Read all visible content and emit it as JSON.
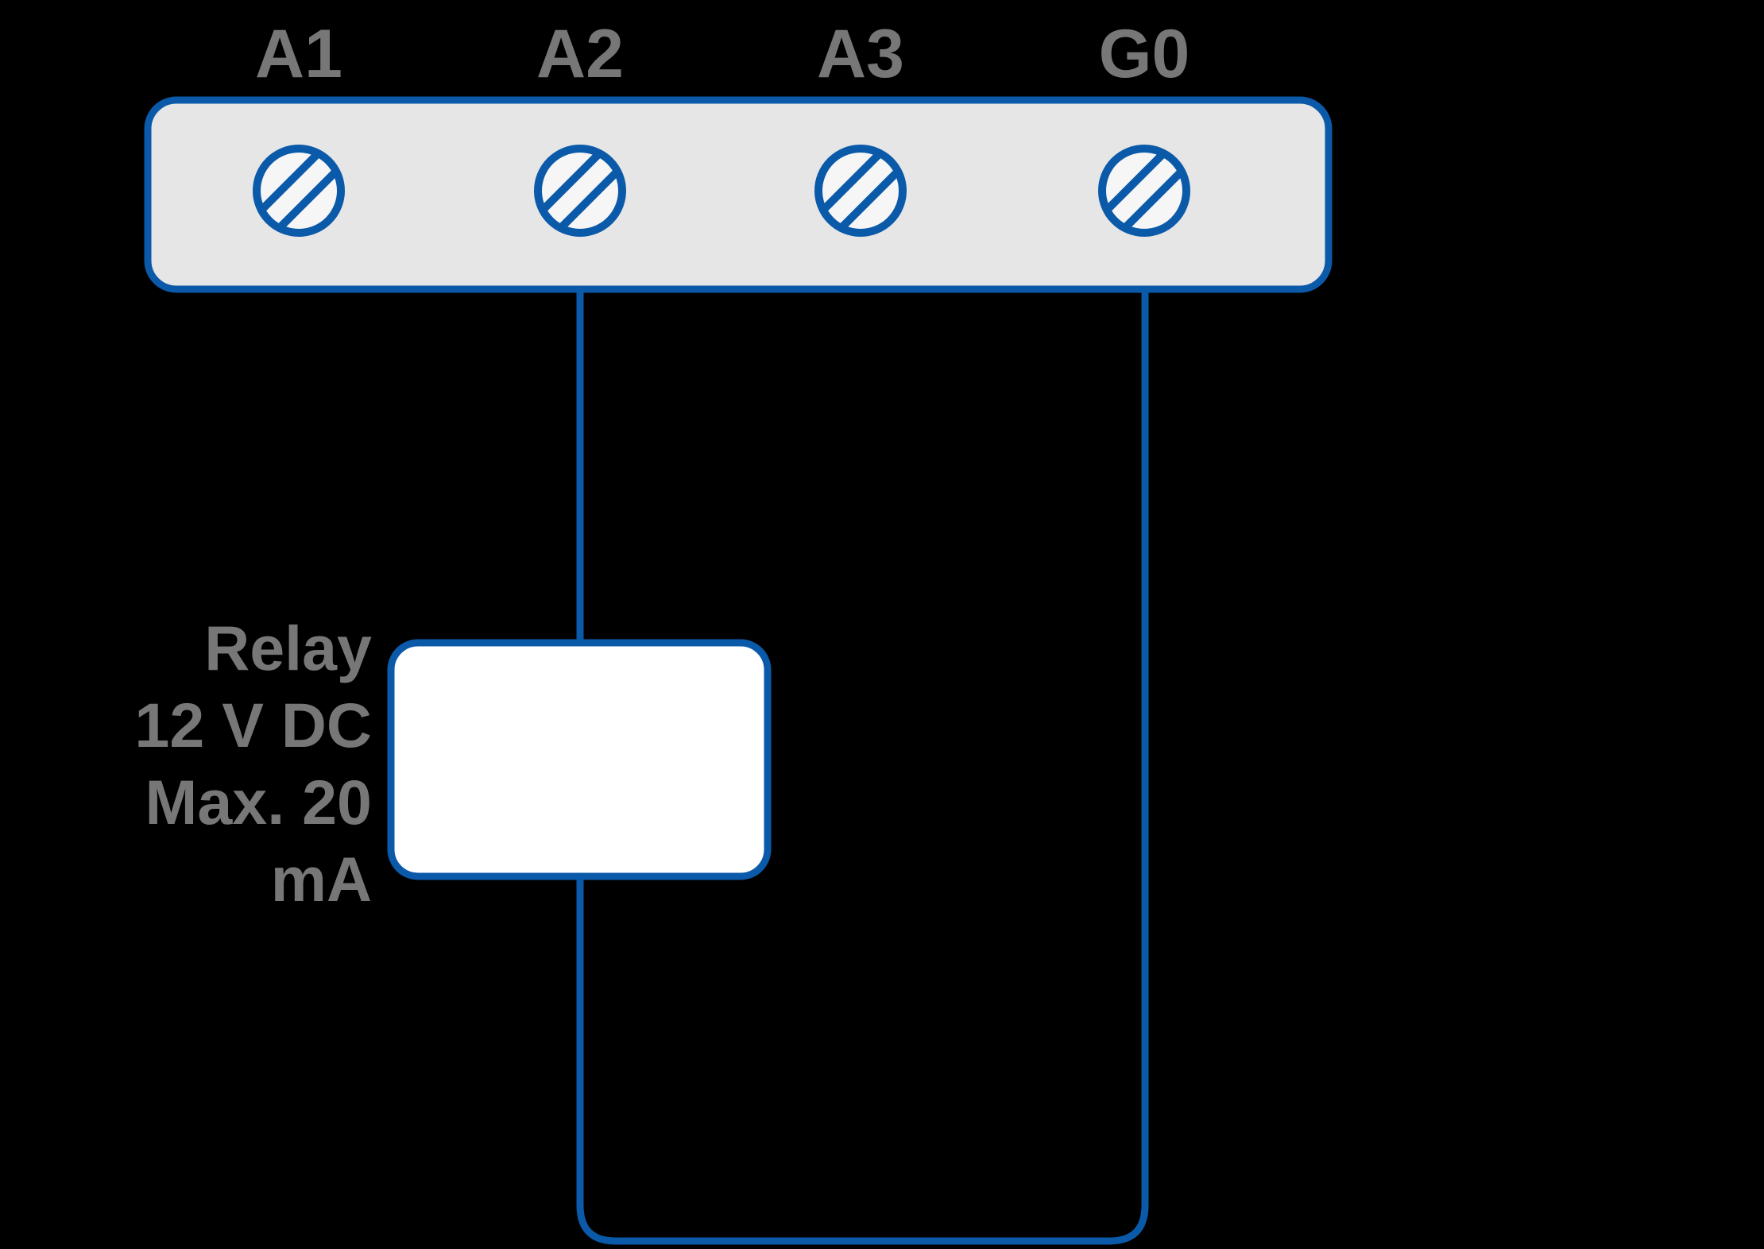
{
  "terminal_block": {
    "labels": [
      "A1",
      "A2",
      "A3",
      "G0"
    ]
  },
  "relay": {
    "label_lines": [
      "Relay",
      "12 V DC",
      "Max. 20",
      "mA"
    ]
  },
  "colors": {
    "wire_blue": "#0b5aa9",
    "terminal_block_fill": "#e6e6e6",
    "screw_fill": "#f6f6f6",
    "relay_box_fill": "#ffffff",
    "label_gray": "#777777",
    "background": "#000000"
  }
}
